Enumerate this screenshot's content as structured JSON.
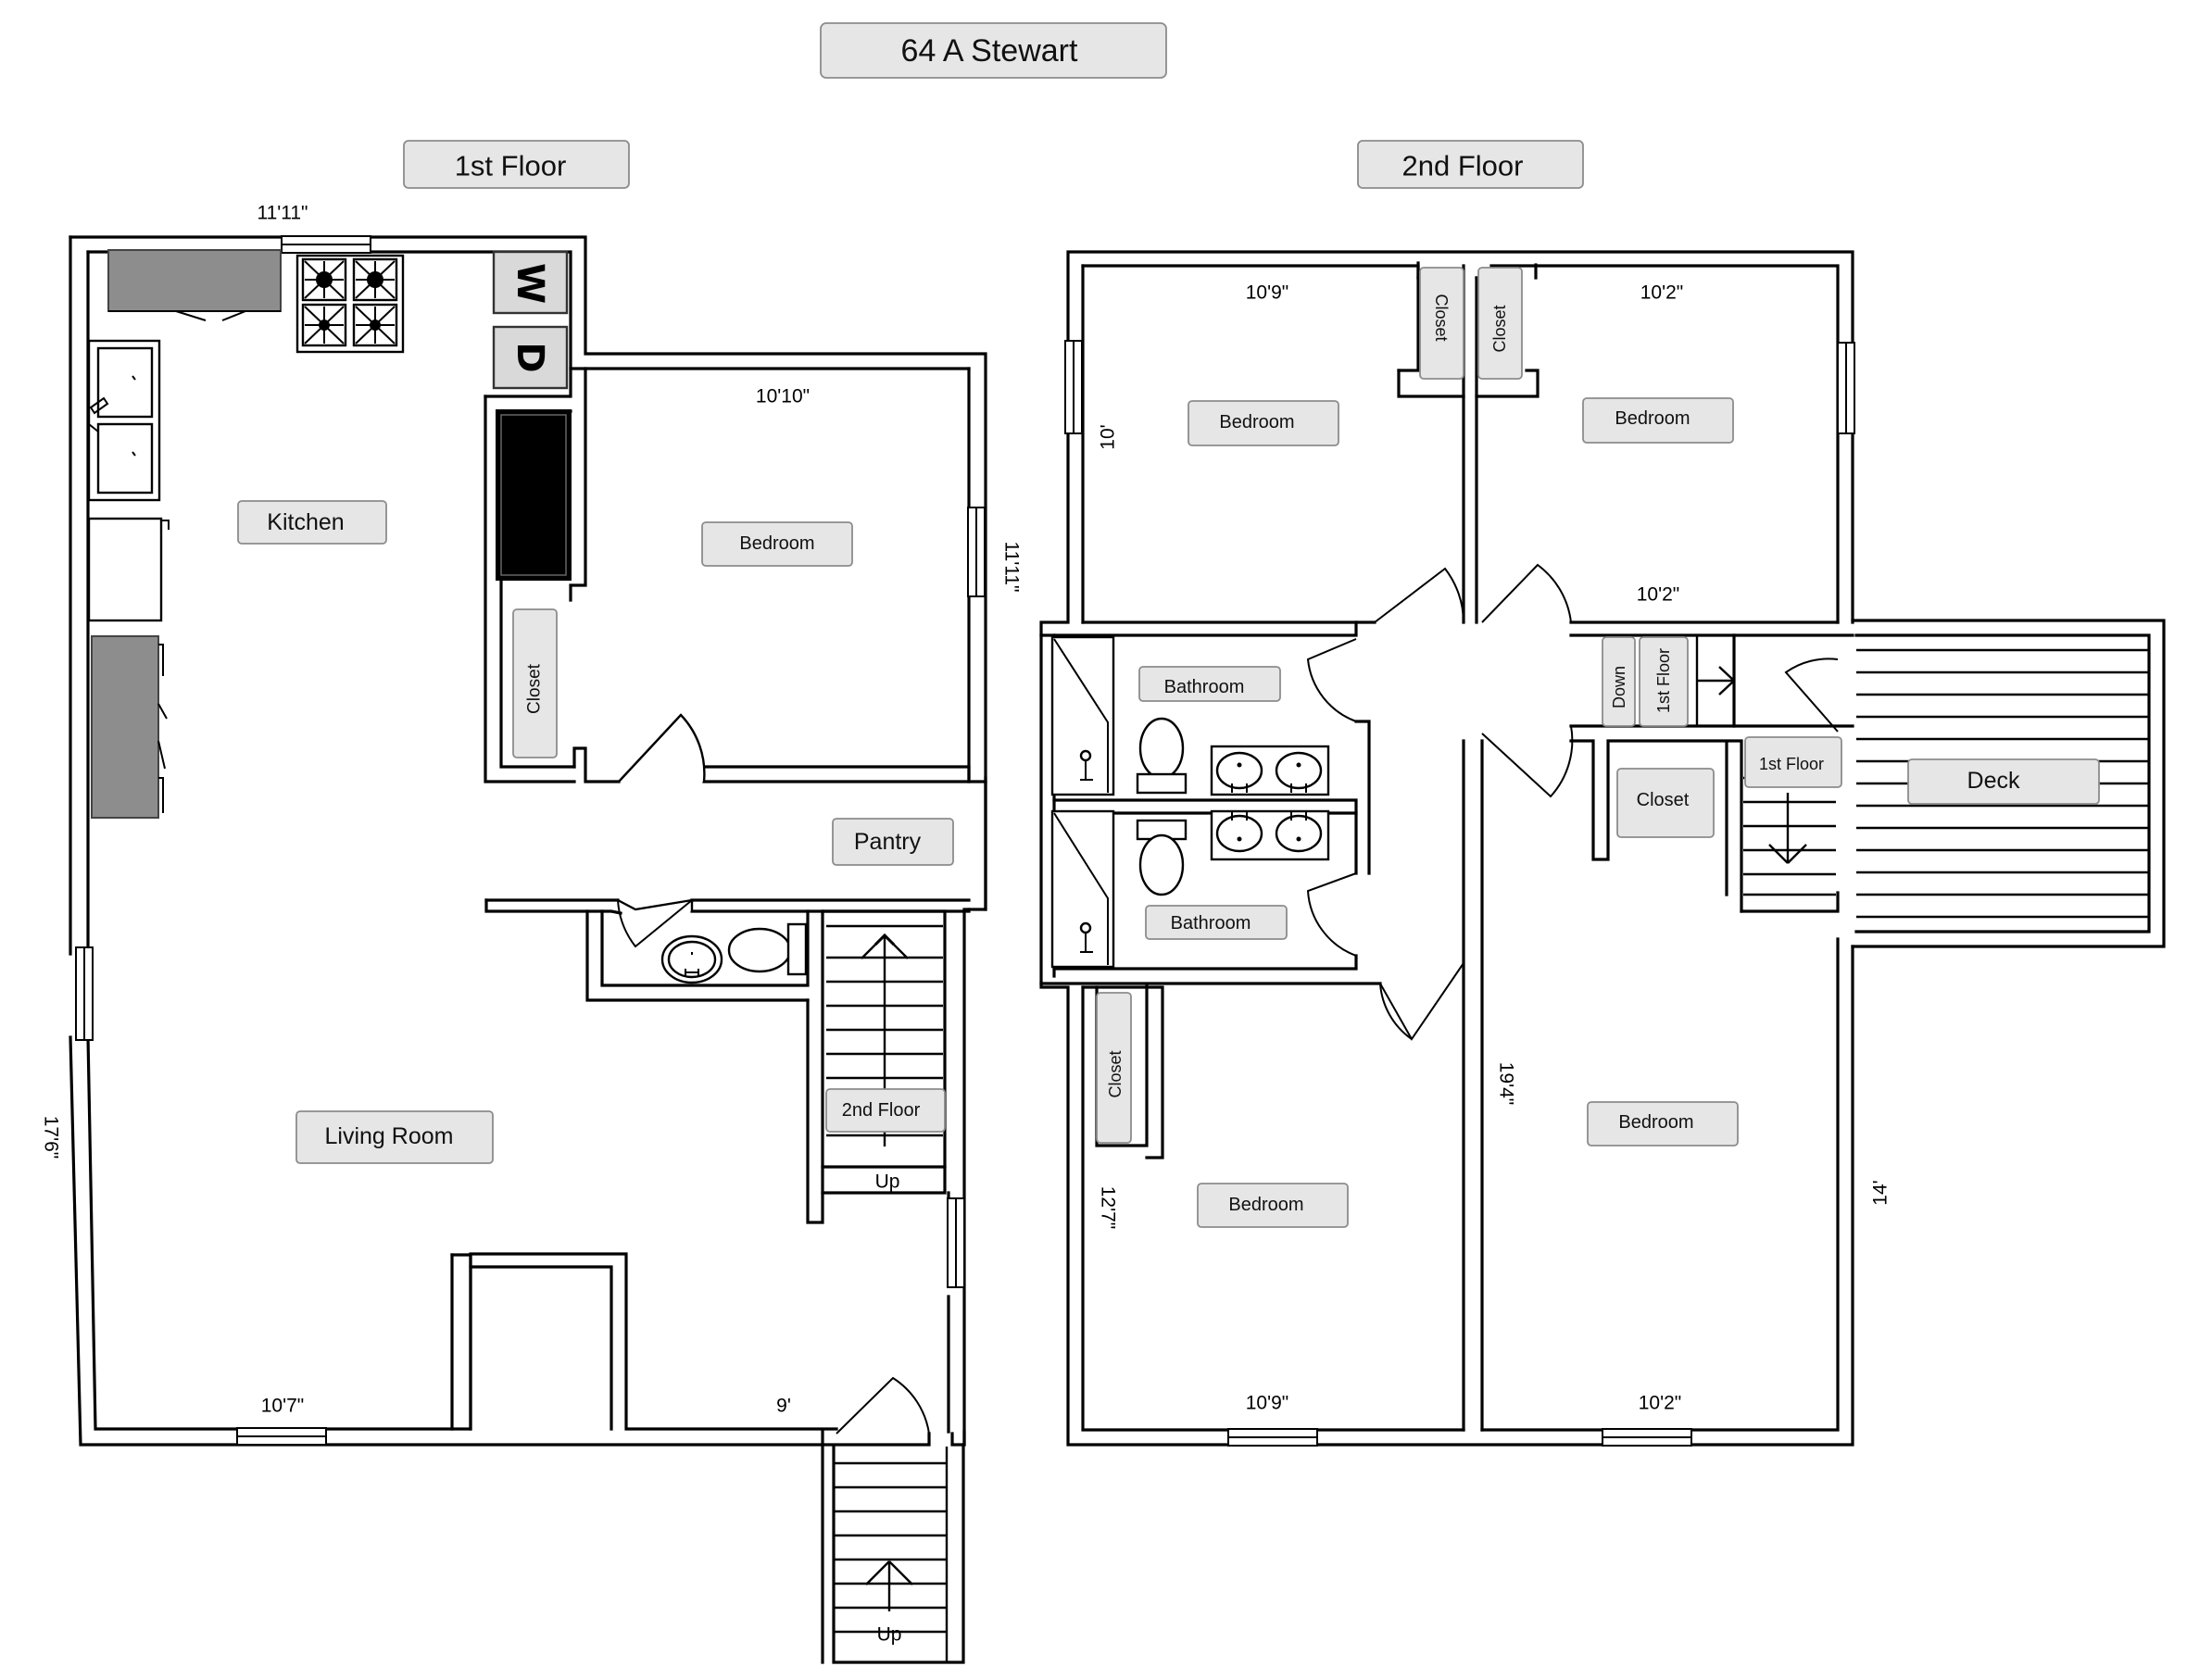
{
  "title": "64 A Stewart",
  "floors": [
    {
      "label": "1st Floor"
    },
    {
      "label": "2nd Floor"
    }
  ],
  "first_floor": {
    "rooms": {
      "kitchen": "Kitchen",
      "bedroom": "Bedroom",
      "closet": "Closet",
      "pantry": "Pantry",
      "living_room": "Living Room",
      "stairs_label": "2nd Floor",
      "stairs_up": "Up",
      "entry_up": "Up"
    },
    "appliances": {
      "washer": "W",
      "dryer": "D"
    },
    "dimensions": {
      "kitchen_top": "11'11\"",
      "bedroom_top": "10'10\"",
      "bedroom_side": "11'11\"",
      "left_side": "17'6\"",
      "bottom_left": "10'7\"",
      "bottom_right": "9'"
    }
  },
  "second_floor": {
    "rooms": {
      "bedroom_tl": "Bedroom",
      "bedroom_tr": "Bedroom",
      "closet_a": "Closet",
      "closet_b": "Closet",
      "bathroom_top": "Bathroom",
      "bathroom_bottom": "Bathroom",
      "closet_left": "Closet",
      "bedroom_bl": "Bedroom",
      "bedroom_br": "Bedroom",
      "closet_hall": "Closet",
      "down": "Down",
      "first_floor_a": "1st Floor",
      "first_floor_b": "1st Floor",
      "deck": "Deck"
    },
    "dimensions": {
      "tl_top": "10'9\"",
      "tr_top": "10'2\"",
      "tl_side": "10'",
      "tr_bottom": "10'2\"",
      "bl_side": "12'7\"",
      "br_side": "19'4\"",
      "right_side": "14'",
      "bl_bottom": "10'9\"",
      "br_bottom": "10'2\""
    }
  }
}
